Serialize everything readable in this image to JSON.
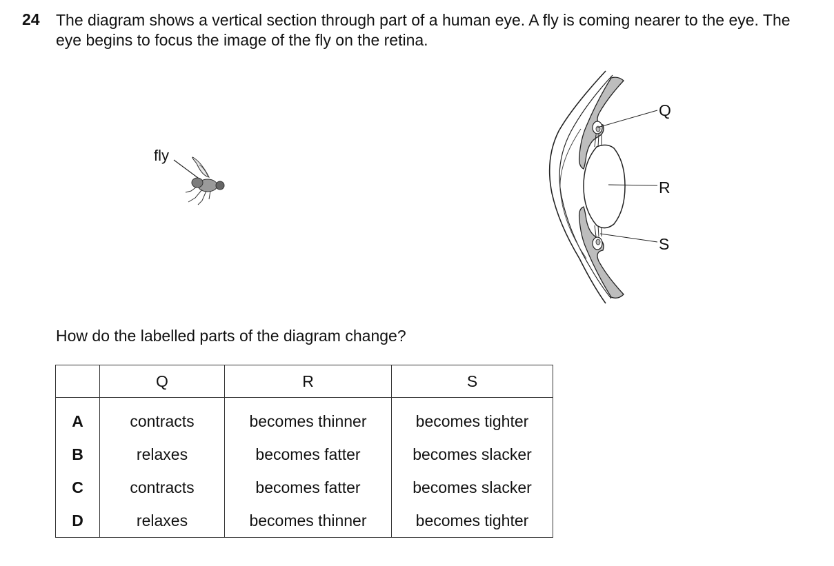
{
  "question": {
    "number": "24",
    "stem": "The diagram shows a vertical section through part of a human eye. A fly is coming nearer to the eye. The eye begins to focus the image of the fly on the retina.",
    "prompt": "How do the labelled parts of the diagram change?"
  },
  "diagram": {
    "fly_label": "fly",
    "labels": {
      "q": "Q",
      "r": "R",
      "s": "S"
    }
  },
  "table": {
    "headers": [
      "",
      "Q",
      "R",
      "S"
    ],
    "rows": [
      {
        "letter": "A",
        "q": "contracts",
        "r": "becomes thinner",
        "s": "becomes tighter"
      },
      {
        "letter": "B",
        "q": "relaxes",
        "r": "becomes fatter",
        "s": "becomes slacker"
      },
      {
        "letter": "C",
        "q": "contracts",
        "r": "becomes fatter",
        "s": "becomes slacker"
      },
      {
        "letter": "D",
        "q": "relaxes",
        "r": "becomes thinner",
        "s": "becomes tighter"
      }
    ]
  }
}
